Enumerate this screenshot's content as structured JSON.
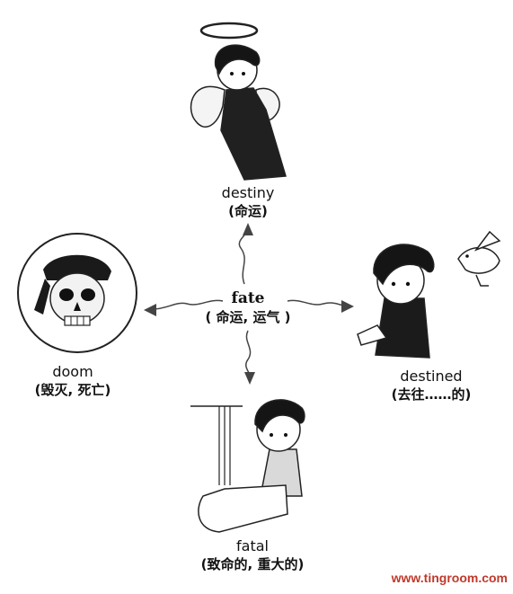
{
  "center": {
    "word": "fate",
    "meaning": "( 命运, 运气 )"
  },
  "branches": [
    {
      "id": "destiny",
      "word": "destiny",
      "meaning": "(命运)"
    },
    {
      "id": "doom",
      "word": "doom",
      "meaning": "(毁灭, 死亡)"
    },
    {
      "id": "destined",
      "word": "destined",
      "meaning": "(去往……的)"
    },
    {
      "id": "fatal",
      "word": "fatal",
      "meaning": "(致命的, 重大的)"
    }
  ],
  "watermark": "www.tingroom.com"
}
